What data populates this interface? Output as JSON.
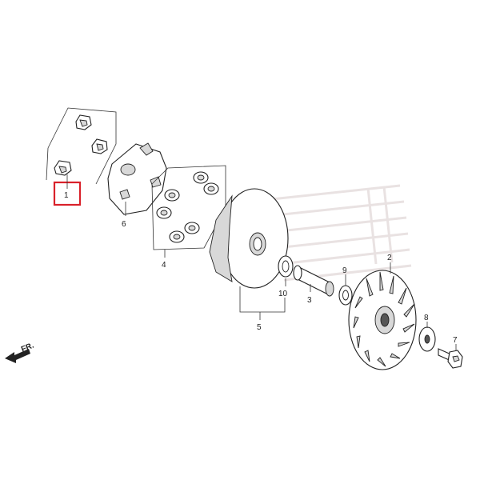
{
  "diagram": {
    "callouts": [
      {
        "id": "1",
        "text": "1"
      },
      {
        "id": "2",
        "text": "2"
      },
      {
        "id": "3",
        "text": "3"
      },
      {
        "id": "4",
        "text": "4"
      },
      {
        "id": "5",
        "text": "5"
      },
      {
        "id": "6",
        "text": "6"
      },
      {
        "id": "7",
        "text": "7"
      },
      {
        "id": "8",
        "text": "8"
      },
      {
        "id": "9",
        "text": "9"
      },
      {
        "id": "10",
        "text": "10"
      }
    ],
    "direction_label": "FR.",
    "highlight_color": "#d9212a",
    "watermark_color": "#e9e2e2"
  }
}
